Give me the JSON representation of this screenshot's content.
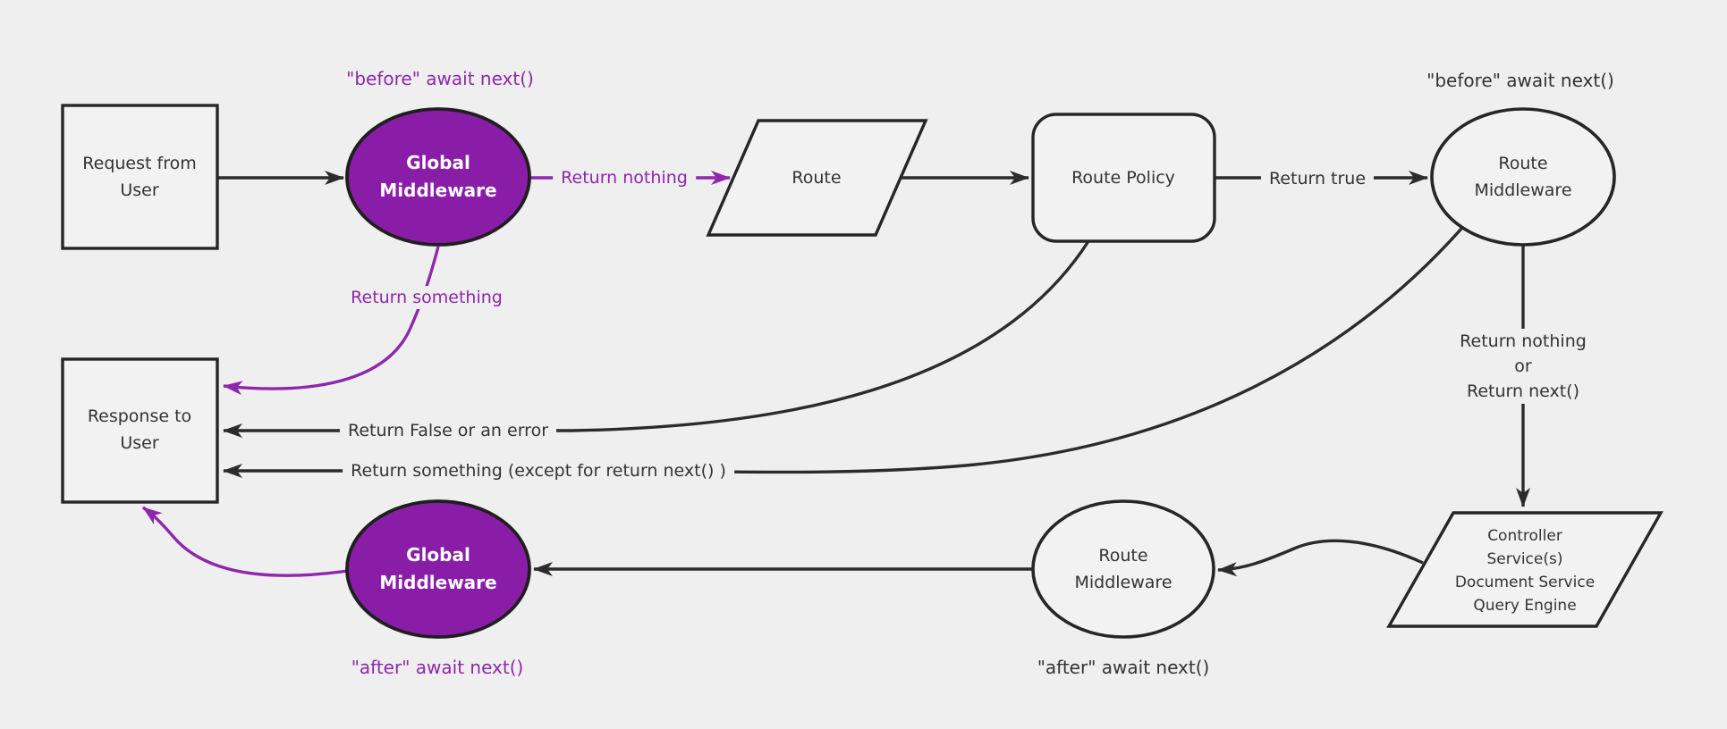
{
  "diagram": {
    "type": "flowchart",
    "background": "#efefef",
    "colors": {
      "node_fill": "#f2f2f2",
      "node_stroke": "#262626",
      "purple_fill": "#8A1DA8",
      "purple_accent": "#8E27AB",
      "dark_line": "#2b2b2b",
      "text": "#333333",
      "text_on_purple": "#ffffff"
    }
  },
  "nodes": {
    "request": {
      "line1": "Request from",
      "line2": "User"
    },
    "global_top": {
      "line1": "Global",
      "line2": "Middleware"
    },
    "route": {
      "label": "Route"
    },
    "route_policy": {
      "label": "Route Policy"
    },
    "route_mw_top": {
      "line1": "Route",
      "line2": "Middleware"
    },
    "controller": {
      "line1": "Controller",
      "line2": "Service(s)",
      "line3": "Document Service",
      "line4": "Query Engine"
    },
    "route_mw_bottom": {
      "line1": "Route",
      "line2": "Middleware"
    },
    "global_bottom": {
      "line1": "Global",
      "line2": "Middleware"
    },
    "response": {
      "line1": "Response to",
      "line2": "User"
    }
  },
  "edge_labels": {
    "before_global_top": "\"before\" await next()",
    "return_nothing": "Return nothing",
    "return_true": "Return true",
    "before_route_mw_top": "\"before\" await next()",
    "return_nothing_or": {
      "line1": "Return nothing",
      "line2": "or",
      "line3": "Return next()"
    },
    "return_something": "Return something",
    "return_false_or_error": "Return False or an error",
    "return_something_except": "Return something (except for return next() )",
    "after_route_mw_bottom": "\"after\" await next()",
    "after_global_bottom": "\"after\" await next()"
  }
}
